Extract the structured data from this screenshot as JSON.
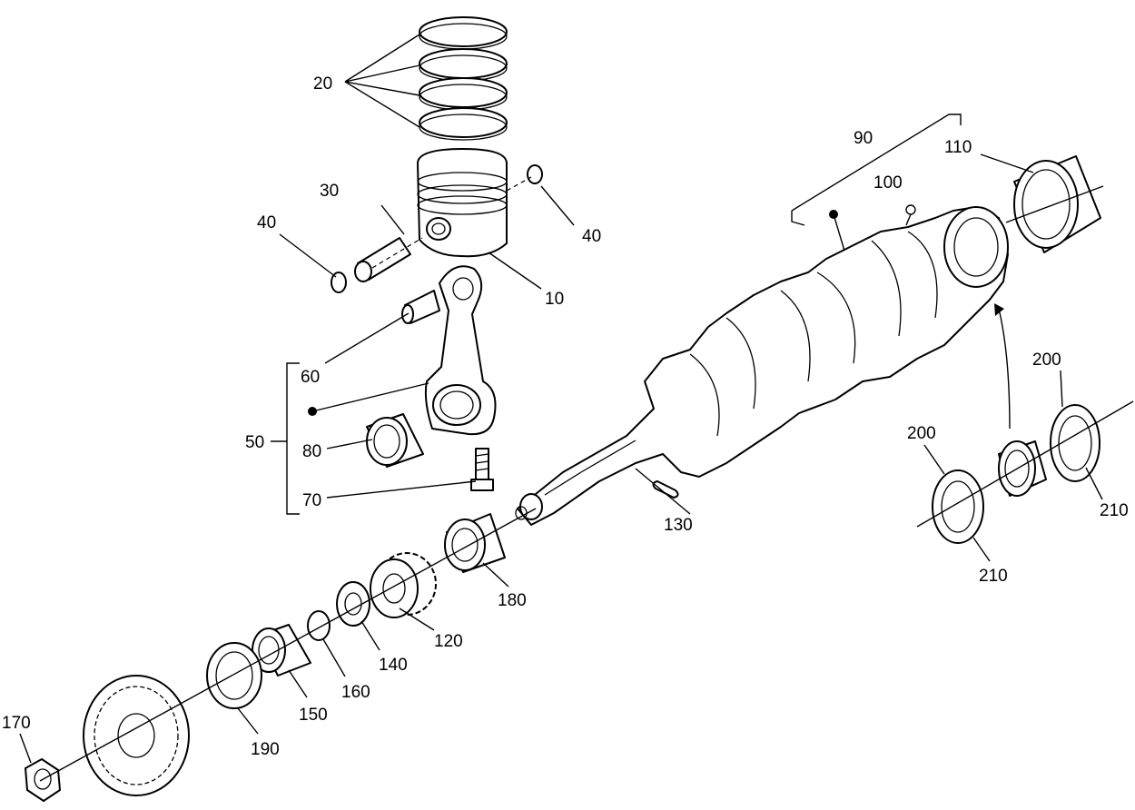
{
  "callouts": [
    {
      "id": "c20",
      "text": "20"
    },
    {
      "id": "c30",
      "text": "30"
    },
    {
      "id": "c40a",
      "text": "40"
    },
    {
      "id": "c40b",
      "text": "40"
    },
    {
      "id": "c10",
      "text": "10"
    },
    {
      "id": "c60",
      "text": "60"
    },
    {
      "id": "c50",
      "text": "50"
    },
    {
      "id": "c80",
      "text": "80"
    },
    {
      "id": "c70",
      "text": "70"
    },
    {
      "id": "c90",
      "text": "90"
    },
    {
      "id": "c100",
      "text": "100"
    },
    {
      "id": "c110",
      "text": "110"
    },
    {
      "id": "c130",
      "text": "130"
    },
    {
      "id": "c180",
      "text": "180"
    },
    {
      "id": "c120",
      "text": "120"
    },
    {
      "id": "c140",
      "text": "140"
    },
    {
      "id": "c160",
      "text": "160"
    },
    {
      "id": "c150",
      "text": "150"
    },
    {
      "id": "c190",
      "text": "190"
    },
    {
      "id": "c170",
      "text": "170"
    },
    {
      "id": "c200a",
      "text": "200"
    },
    {
      "id": "c200b",
      "text": "200"
    },
    {
      "id": "c210a",
      "text": "210"
    },
    {
      "id": "c210b",
      "text": "210"
    }
  ]
}
